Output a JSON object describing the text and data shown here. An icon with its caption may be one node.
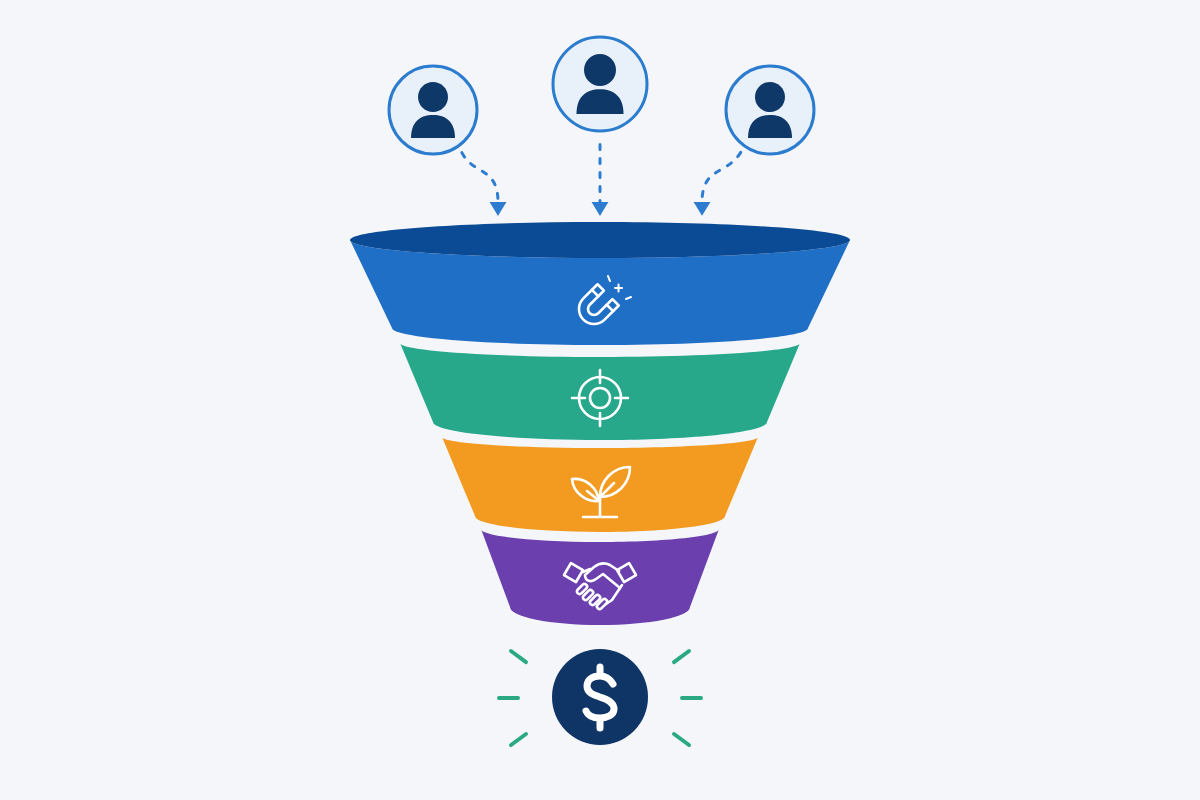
{
  "diagram": {
    "nodes": [
      {
        "text": [],
        "shape": "person"
      },
      {
        "text": [],
        "shape": "person"
      },
      {
        "text": [],
        "shape": "person"
      },
      {
        "text": [],
        "shape": "band"
      },
      {
        "text": [],
        "shape": "band"
      },
      {
        "text": [],
        "shape": "band"
      },
      {
        "text": [],
        "shape": "band"
      },
      {
        "text": [],
        "shape": "circle"
      }
    ],
    "edges": [
      {
        "from": 0,
        "to": 3,
        "arrow": "to",
        "style": "dashed"
      },
      {
        "from": 1,
        "to": 3,
        "arrow": "to",
        "style": "dashed"
      },
      {
        "from": 2,
        "to": 3,
        "arrow": "to",
        "style": "dashed"
      }
    ]
  }
}
